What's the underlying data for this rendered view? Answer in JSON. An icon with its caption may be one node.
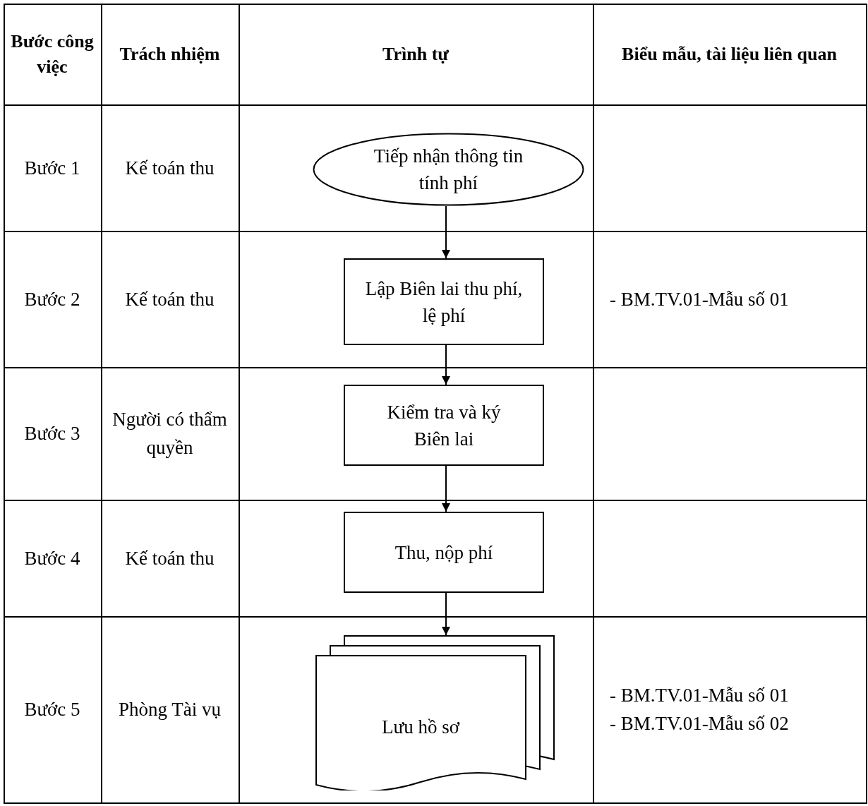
{
  "diagram": {
    "nodes": [
      {
        "text": [
          "Tiếp nhận thông tin tính phí"
        ]
      },
      {
        "text": [
          "Lập Biên lai thu phí, lệ phí"
        ]
      },
      {
        "text": [
          "Kiểm tra và ký Biên lai"
        ]
      },
      {
        "text": [
          "Thu, nộp phí"
        ]
      },
      {
        "text": [
          "Lưu hồ sơ"
        ]
      }
    ],
    "edges": [
      {
        "from": 0,
        "to": 1,
        "arrow": "to"
      },
      {
        "from": 1,
        "to": 2,
        "arrow": "to"
      },
      {
        "from": 2,
        "to": 3,
        "arrow": "to"
      },
      {
        "from": 3,
        "to": 4,
        "arrow": "to"
      }
    ],
    "labels": [
      "Bước công việc",
      "Trách nhiệm",
      "Trình tự",
      "Biểu mẫu, tài liệu liên quan",
      "Bước 1",
      "Kế toán thu",
      "Bước 2",
      "Kế toán thu",
      "- BM.TV.01-Mẫu số 01",
      "Bước 3",
      "Người có thẩm quyền",
      "Bước 4",
      "Kế toán thu",
      "Bước 5",
      "Phòng Tài vụ",
      "- BM.TV.01-Mẫu số 01",
      "- BM.TV.01-Mẫu số 02"
    ]
  }
}
